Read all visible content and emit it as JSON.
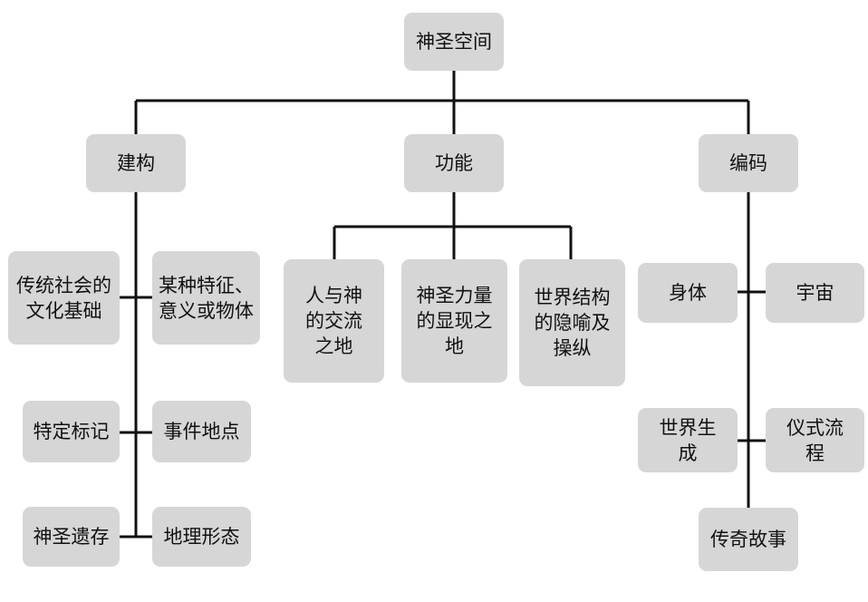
{
  "colors": {
    "node_fill": "#d6d6d6",
    "line": "#111111",
    "text": "#111111"
  },
  "root": {
    "label": "神圣空间"
  },
  "branches": [
    {
      "label": "建构",
      "children": [
        "传统社会的文化基础",
        "某种特征、意义或物体",
        "特定标记",
        "事件地点",
        "神圣遗存",
        "地理形态"
      ]
    },
    {
      "label": "功能",
      "children": [
        "人与神的交流之地",
        "神圣力量的显现之地",
        "世界结构的隐喻及操纵"
      ]
    },
    {
      "label": "编码",
      "children": [
        "身体",
        "宇宙",
        "世界生成",
        "仪式流程",
        "传奇故事"
      ]
    }
  ]
}
